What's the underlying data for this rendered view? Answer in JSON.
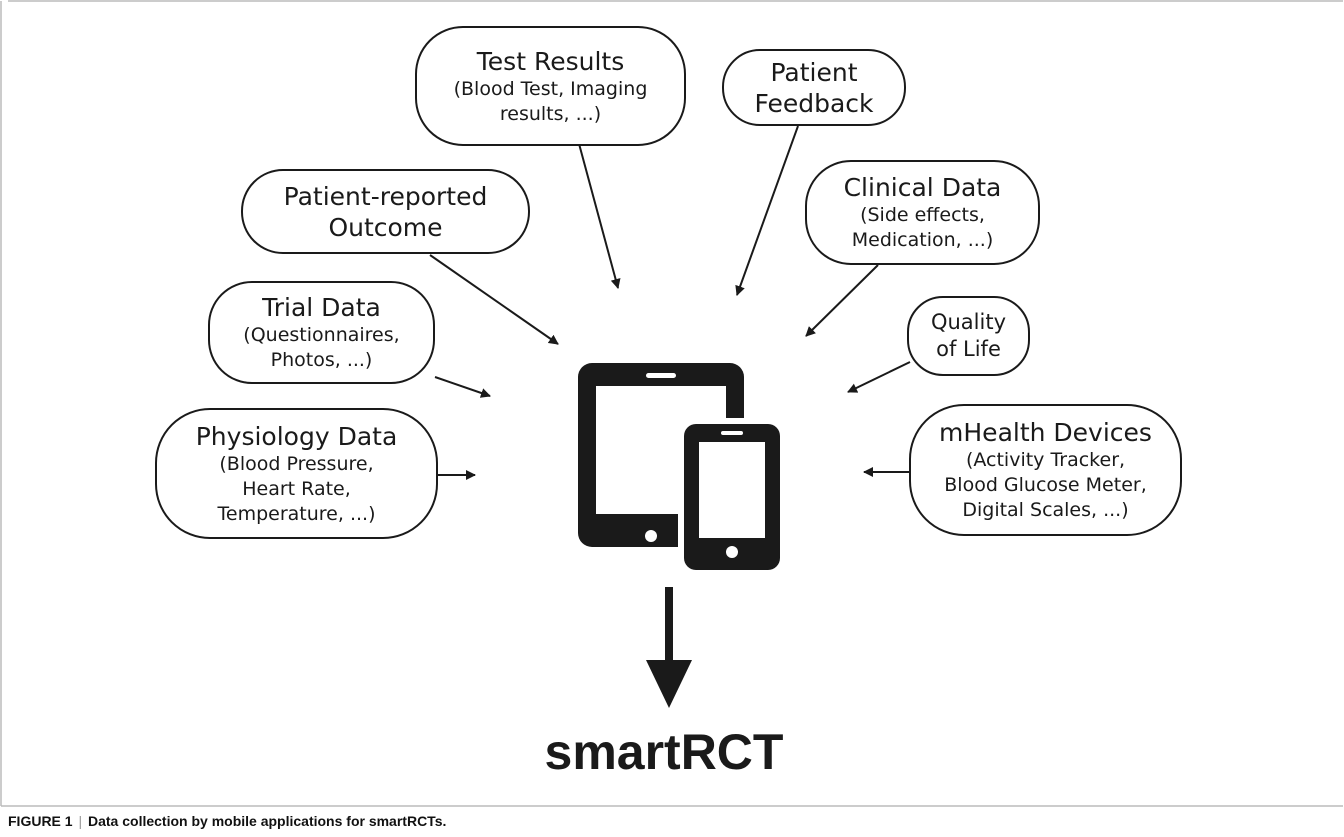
{
  "nodes": [
    {
      "title": "Test Results",
      "lines": [
        "(Blood Test, Imaging",
        "results, ...)"
      ]
    },
    {
      "title": "Patient",
      "lines": [],
      "title2": "Feedback"
    },
    {
      "title": "Patient-reported",
      "lines": [],
      "title2": "Outcome"
    },
    {
      "title": "Clinical Data",
      "lines": [
        "(Side effects,",
        "Medication, ...)"
      ]
    },
    {
      "title": "Trial Data",
      "lines": [
        "(Questionnaires,",
        "Photos, ...)"
      ]
    },
    {
      "title": "Quality",
      "lines": [],
      "title2": "of Life"
    },
    {
      "title": "Physiology Data",
      "lines": [
        "(Blood Pressure,",
        "Heart Rate,",
        "Temperature, ...)"
      ]
    },
    {
      "title": "mHealth Devices",
      "lines": [
        "(Activity Tracker,",
        "Blood Glucose Meter,",
        "Digital Scales, ...)"
      ]
    }
  ],
  "center_icon": "tablet-and-phone-icon",
  "output_label": "smartRCT",
  "caption": {
    "label": "FIGURE 1",
    "separator": "|",
    "text": "Data collection by mobile applications for smartRCTs."
  }
}
